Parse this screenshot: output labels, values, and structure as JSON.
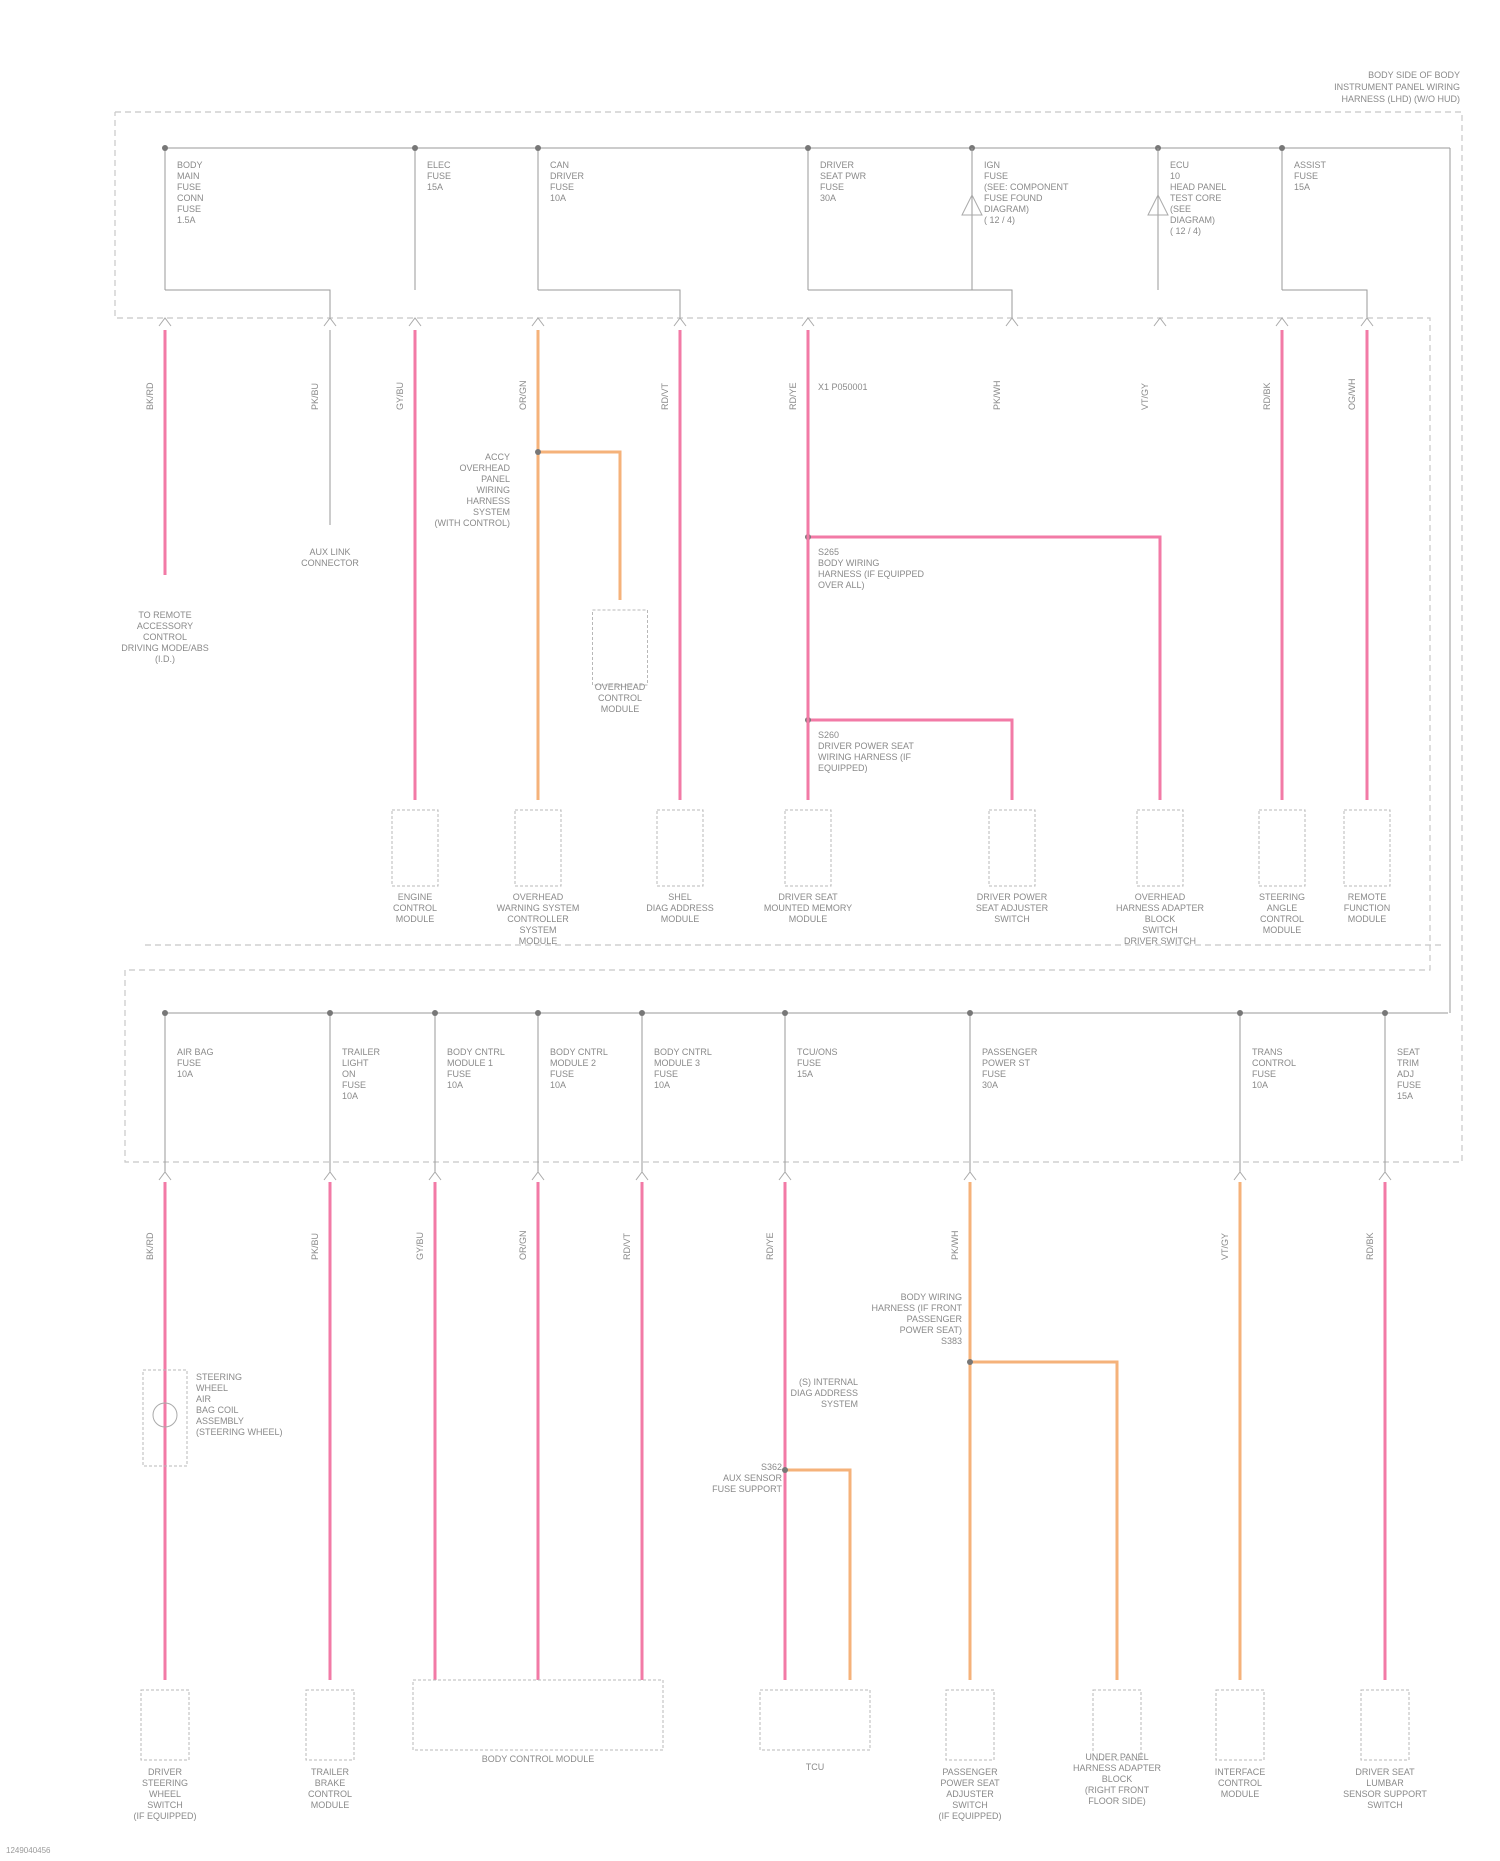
{
  "header_lines": [
    "BODY SIDE OF BODY",
    "INSTRUMENT PANEL WIRING",
    "HARNESS (LHD) (W/O HUD)"
  ],
  "corner_code": "1249040456",
  "colors": {
    "pink": "#f27aa6",
    "orange": "#f5b27a",
    "frame": "#c8c8c8",
    "line": "#9a9a9a"
  },
  "top_section": {
    "columns": [
      {
        "fuse": [
          "BODY",
          "MAIN",
          "FUSE",
          "CONN",
          "FUSE",
          "1.5A"
        ],
        "branches": [
          {
            "wire": "PINK",
            "bottom": [
              "TO REMOTE",
              "ACCESSORY",
              "CONTROL",
              "DRIVING MODE/ABS",
              "(I.D.)"
            ]
          },
          {
            "wire": "PINK",
            "bottom": [
              "AUX LINK",
              "CONNECTOR"
            ]
          }
        ]
      },
      {
        "fuse": [
          "ELEC",
          "FUSE",
          "15A"
        ],
        "branches": [
          {
            "wire": "PINK",
            "bottom": [
              "ENGINE",
              "CONTROL",
              "MODULE"
            ]
          }
        ]
      },
      {
        "fuse": [
          "CAN",
          "DRIVER",
          "FUSE",
          "10A"
        ],
        "branches": [
          {
            "wire": "ORANGE",
            "bottom": [
              "OVERHEAD",
              "WARNING SYSTEM",
              "CONTROLLER",
              "SYSTEM",
              "MODULE"
            ]
          },
          {
            "wire": "PINK",
            "bottom": [
              "SHEL",
              "DIAG ADDRESS",
              "MODULE"
            ]
          }
        ]
      },
      {
        "fuse": [
          "DRIVER",
          "SEAT PWR",
          "FUSE",
          "30A"
        ],
        "branches": [
          {
            "wire": "PINK",
            "bottom": [
              "DRIVER SEAT",
              "MOUNTED MEMORY",
              "MODULE"
            ]
          },
          {
            "wire": "PINK",
            "bottom": [
              "DRIVER POWER",
              "SEAT ADJUSTER",
              "SWITCH"
            ]
          },
          {
            "wire": "PINK",
            "bottom": [
              "OVERHEAD",
              "HARNESS ADAPTER",
              "BLOCK",
              "SWITCH",
              "DRIVER SWITCH"
            ]
          }
        ]
      },
      {
        "fuse": [
          "IGN",
          "FUSE",
          "(SEE: COMPONENT",
          "FUSE FOUND",
          "DIAGRAM)",
          "( 12 / 4)"
        ],
        "branches": []
      },
      {
        "fuse": [
          "ECU",
          "10",
          "HEAD PANEL",
          "TEST CORE",
          "(SEE",
          "DIAGRAM)",
          "( 12 / 4)"
        ],
        "branches": []
      },
      {
        "fuse": [
          "ASSIST",
          "FUSE",
          "15A"
        ],
        "branches": [
          {
            "wire": "PINK",
            "bottom": [
              "STEERING",
              "ANGLE",
              "CONTROL",
              "MODULE"
            ]
          },
          {
            "wire": "PINK",
            "bottom": [
              "REMOTE",
              "FUNCTION",
              "MODULE"
            ]
          }
        ]
      }
    ],
    "inline": {
      "overhead": [
        "ACCY",
        "OVERHEAD",
        "PANEL",
        "WIRING",
        "HARNESS",
        "SYSTEM",
        "(WITH CONTROL)"
      ],
      "overhead_component": [
        "OVERHEAD",
        "CONTROL",
        "MODULE"
      ],
      "splice_1": [
        "S265",
        "BODY WIRING",
        "HARNESS (IF EQUIPPED",
        "OVER ALL)"
      ],
      "splice_2": [
        "S260",
        "DRIVER POWER SEAT",
        "WIRING HARNESS (IF",
        "EQUIPPED)"
      ],
      "connector": "X1 P050001"
    }
  },
  "bottom_section": {
    "columns": [
      {
        "fuse": [
          "AIR BAG",
          "FUSE",
          "10A"
        ],
        "branches": [
          {
            "wire": "PINK",
            "bottom": [
              "DRIVER",
              "STEERING",
              "WHEEL",
              "SWITCH",
              "(IF EQUIPPED)"
            ]
          }
        ]
      },
      {
        "fuse": [
          "TRAILER",
          "LIGHT",
          "ON",
          "FUSE",
          "10A"
        ],
        "branches": [
          {
            "wire": "PINK",
            "bottom": [
              "TRAILER",
              "BRAKE",
              "CONTROL",
              "MODULE"
            ]
          }
        ]
      },
      {
        "fuse": [
          "BODY CNTRL",
          "MODULE 1",
          "FUSE",
          "10A"
        ],
        "branches": [
          {
            "wire": "PINK",
            "bottom": []
          }
        ]
      },
      {
        "fuse": [
          "BODY CNTRL",
          "MODULE 2",
          "FUSE",
          "10A"
        ],
        "branches": [
          {
            "wire": "PINK",
            "bottom": []
          }
        ]
      },
      {
        "fuse": [
          "BODY CNTRL",
          "MODULE 3",
          "FUSE",
          "10A"
        ],
        "branches": [
          {
            "wire": "PINK",
            "bottom": []
          }
        ]
      },
      {
        "fuse": [
          "TCU/ONS",
          "FUSE",
          "15A"
        ],
        "branches": [
          {
            "wire": "PINK",
            "bottom": [
              "TCU"
            ]
          }
        ]
      },
      {
        "fuse": [
          "PASSENGER",
          "POWER ST",
          "FUSE",
          "30A"
        ],
        "branches": [
          {
            "wire": "ORANGE",
            "bottom": [
              "PASSENGER",
              "POWER SEAT",
              "ADJUSTER",
              "SWITCH",
              "(IF EQUIPPED)"
            ]
          },
          {
            "wire": "ORANGE",
            "bottom": [
              "UNDER PANEL",
              "HARNESS ADAPTER",
              "BLOCK",
              "(RIGHT FRONT",
              "FLOOR SIDE)"
            ]
          }
        ]
      },
      {
        "fuse": [
          "TRANS",
          "CONTROL",
          "FUSE",
          "10A"
        ],
        "branches": [
          {
            "wire": "ORANGE",
            "bottom": [
              "INTERFACE",
              "CONTROL",
              "MODULE"
            ]
          }
        ]
      },
      {
        "fuse": [
          "SEAT",
          "TRIM",
          "ADJ",
          "FUSE",
          "15A"
        ],
        "branches": [
          {
            "wire": "PINK",
            "bottom": [
              "DRIVER SEAT",
              "LUMBAR",
              "SENSOR SUPPORT",
              "SWITCH"
            ]
          }
        ]
      }
    ],
    "shared_component": "BODY CONTROL MODULE",
    "inline": {
      "clock_spring": [
        "STEERING",
        "WHEEL",
        "AIR",
        "BAG COIL",
        "ASSEMBLY",
        "(STEERING WHEEL)"
      ],
      "tcu_note": [
        "(S) INTERNAL",
        "DIAG ADDRESS",
        "SYSTEM"
      ],
      "tcu_splice": [
        "S362",
        "AUX SENSOR",
        "FUSE SUPPORT"
      ],
      "pass_splice": [
        "BODY WIRING",
        "HARNESS (IF FRONT",
        "PASSENGER",
        "POWER SEAT)",
        "S383"
      ]
    }
  },
  "wire_codes": [
    "BK/RD",
    "PK/BU",
    "GY/BU",
    "OR/GN",
    "RD/VT",
    "RD/YE",
    "PK/WH",
    "VT/GY",
    "RD/BK",
    "OG/WH"
  ]
}
